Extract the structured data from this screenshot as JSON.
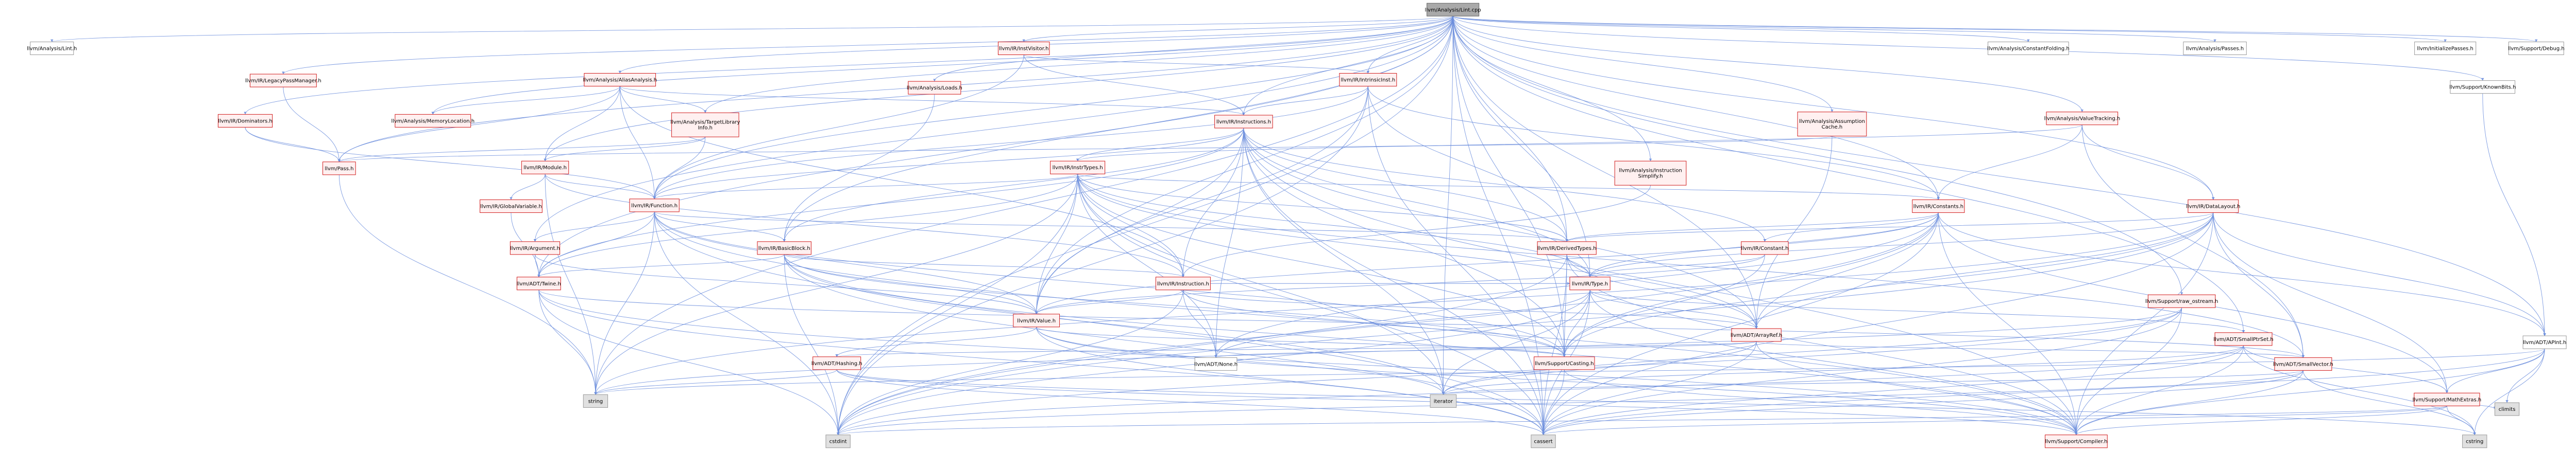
{
  "colors": {
    "edge": "#6d8fdd",
    "root_fill": "#a9a9a9",
    "root_stroke": "#666666",
    "red_fill": "#fff0f0",
    "red_stroke": "#d11d1d",
    "grey_fill": "#ffffff",
    "grey_stroke": "#999999",
    "std_fill": "#e0e0e0",
    "std_stroke": "#999999",
    "text": "#000000"
  },
  "graph": {
    "root": "llvm/Analysis/Lint.cpp",
    "nodes": [
      {
        "id": "root",
        "label": "llvm/Analysis/Lint.cpp",
        "kind": "root"
      },
      {
        "id": "lint_h",
        "label": "llvm/Analysis/Lint.h",
        "kind": "plain"
      },
      {
        "id": "legacy_pm",
        "label": "llvm/IR/LegacyPassManager.h",
        "kind": "red"
      },
      {
        "id": "alias_analysis",
        "label": "llvm/Analysis/AliasAnalysis.h",
        "kind": "red"
      },
      {
        "id": "inst_visitor",
        "label": "llvm/IR/InstVisitor.h",
        "kind": "red"
      },
      {
        "id": "intrinsic_inst",
        "label": "llvm/IR/IntrinsicInst.h",
        "kind": "red"
      },
      {
        "id": "constant_folding",
        "label": "llvm/Analysis/ConstantFolding.h",
        "kind": "plain"
      },
      {
        "id": "analysis_passes",
        "label": "llvm/Analysis/Passes.h",
        "kind": "plain"
      },
      {
        "id": "init_passes",
        "label": "llvm/InitializePasses.h",
        "kind": "plain"
      },
      {
        "id": "support_debug",
        "label": "llvm/Support/Debug.h",
        "kind": "plain"
      },
      {
        "id": "dominators",
        "label": "llvm/IR/Dominators.h",
        "kind": "red"
      },
      {
        "id": "memory_location",
        "label": "llvm/Analysis/MemoryLocation.h",
        "kind": "red"
      },
      {
        "id": "target_library_info",
        "label": "llvm/Analysis/TargetLibrary\nInfo.h",
        "kind": "red"
      },
      {
        "id": "analysis_loads",
        "label": "llvm/Analysis/Loads.h",
        "kind": "red"
      },
      {
        "id": "ir_instructions",
        "label": "llvm/IR/Instructions.h",
        "kind": "red"
      },
      {
        "id": "assumption_cache",
        "label": "llvm/Analysis/Assumption\nCache.h",
        "kind": "red"
      },
      {
        "id": "value_tracking",
        "label": "llvm/Analysis/ValueTracking.h",
        "kind": "red"
      },
      {
        "id": "known_bits",
        "label": "llvm/Support/KnownBits.h",
        "kind": "plain"
      },
      {
        "id": "pass_h",
        "label": "llvm/Pass.h",
        "kind": "red"
      },
      {
        "id": "ir_module",
        "label": "llvm/IR/Module.h",
        "kind": "red"
      },
      {
        "id": "inst_simplify",
        "label": "llvm/Analysis/Instruction\nSimplify.h",
        "kind": "red"
      },
      {
        "id": "ir_inst_types",
        "label": "llvm/IR/InstrTypes.h",
        "kind": "red"
      },
      {
        "id": "global_variable",
        "label": "llvm/IR/GlobalVariable.h",
        "kind": "red"
      },
      {
        "id": "ir_function",
        "label": "llvm/IR/Function.h",
        "kind": "red"
      },
      {
        "id": "ir_constants",
        "label": "llvm/IR/Constants.h",
        "kind": "red"
      },
      {
        "id": "data_layout",
        "label": "llvm/IR/DataLayout.h",
        "kind": "red"
      },
      {
        "id": "ir_argument",
        "label": "llvm/IR/Argument.h",
        "kind": "red"
      },
      {
        "id": "basic_block",
        "label": "llvm/IR/BasicBlock.h",
        "kind": "red"
      },
      {
        "id": "derived_types",
        "label": "llvm/IR/DerivedTypes.h",
        "kind": "red"
      },
      {
        "id": "ir_constant",
        "label": "llvm/IR/Constant.h",
        "kind": "red"
      },
      {
        "id": "adt_twine",
        "label": "llvm/ADT/Twine.h",
        "kind": "red"
      },
      {
        "id": "ir_instruction",
        "label": "llvm/IR/Instruction.h",
        "kind": "red"
      },
      {
        "id": "ir_type",
        "label": "llvm/IR/Type.h",
        "kind": "red"
      },
      {
        "id": "raw_ostream",
        "label": "llvm/Support/raw_ostream.h",
        "kind": "red"
      },
      {
        "id": "ir_value",
        "label": "llvm/IR/Value.h",
        "kind": "red"
      },
      {
        "id": "array_ref",
        "label": "llvm/ADT/ArrayRef.h",
        "kind": "red"
      },
      {
        "id": "small_ptr_set",
        "label": "llvm/ADT/SmallPtrSet.h",
        "kind": "red"
      },
      {
        "id": "adt_aps_int",
        "label": "llvm/ADT/APInt.h",
        "kind": "plain"
      },
      {
        "id": "adt_hashing",
        "label": "llvm/ADT/Hashing.h",
        "kind": "red"
      },
      {
        "id": "support_casting",
        "label": "llvm/Support/Casting.h",
        "kind": "red"
      },
      {
        "id": "small_vector",
        "label": "llvm/ADT/SmallVector.h",
        "kind": "red"
      },
      {
        "id": "adt_none",
        "label": "llvm/ADT/None.h",
        "kind": "plain"
      },
      {
        "id": "std_string",
        "label": "string",
        "kind": "std"
      },
      {
        "id": "std_iterator",
        "label": "iterator",
        "kind": "std"
      },
      {
        "id": "math_extras",
        "label": "llvm/Support/MathExtras.h",
        "kind": "red"
      },
      {
        "id": "std_cstdint",
        "label": "cstdint",
        "kind": "std"
      },
      {
        "id": "std_cassert",
        "label": "cassert",
        "kind": "std"
      },
      {
        "id": "support_compiler",
        "label": "llvm/Support/Compiler.h",
        "kind": "red"
      },
      {
        "id": "std_cstring",
        "label": "cstring",
        "kind": "std"
      },
      {
        "id": "std_climits",
        "label": "climits",
        "kind": "std"
      }
    ],
    "edges": [
      [
        "root",
        "lint_h"
      ],
      [
        "root",
        "legacy_pm"
      ],
      [
        "root",
        "alias_analysis"
      ],
      [
        "root",
        "inst_visitor"
      ],
      [
        "root",
        "intrinsic_inst"
      ],
      [
        "root",
        "constant_folding"
      ],
      [
        "root",
        "analysis_passes"
      ],
      [
        "root",
        "init_passes"
      ],
      [
        "root",
        "support_debug"
      ],
      [
        "root",
        "dominators"
      ],
      [
        "root",
        "analysis_loads"
      ],
      [
        "root",
        "assumption_cache"
      ],
      [
        "root",
        "value_tracking"
      ],
      [
        "root",
        "known_bits"
      ],
      [
        "root",
        "pass_h"
      ],
      [
        "root",
        "ir_module"
      ],
      [
        "root",
        "inst_simplify"
      ],
      [
        "root",
        "ir_function"
      ],
      [
        "root",
        "ir_constants"
      ],
      [
        "root",
        "data_layout"
      ],
      [
        "root",
        "ir_argument"
      ],
      [
        "root",
        "basic_block"
      ],
      [
        "root",
        "derived_types"
      ],
      [
        "root",
        "adt_twine"
      ],
      [
        "root",
        "ir_type"
      ],
      [
        "root",
        "raw_ostream"
      ],
      [
        "root",
        "ir_value"
      ],
      [
        "root",
        "array_ref"
      ],
      [
        "root",
        "small_ptr_set"
      ],
      [
        "root",
        "adt_aps_int"
      ],
      [
        "root",
        "support_casting"
      ],
      [
        "root",
        "std_string"
      ],
      [
        "root",
        "std_cstdint"
      ],
      [
        "root",
        "std_cassert"
      ],
      [
        "root",
        "std_iterator"
      ],
      [
        "root",
        "memory_location"
      ],
      [
        "root",
        "ir_instructions"
      ],
      [
        "root",
        "target_library_info"
      ],
      [
        "legacy_pm",
        "pass_h"
      ],
      [
        "alias_analysis",
        "memory_location"
      ],
      [
        "alias_analysis",
        "target_library_info"
      ],
      [
        "alias_analysis",
        "pass_h"
      ],
      [
        "alias_analysis",
        "ir_function"
      ],
      [
        "alias_analysis",
        "ir_instruction"
      ],
      [
        "alias_analysis",
        "ir_module"
      ],
      [
        "alias_analysis",
        "ir_instructions"
      ],
      [
        "inst_visitor",
        "ir_instructions"
      ],
      [
        "inst_visitor",
        "ir_function"
      ],
      [
        "inst_visitor",
        "intrinsic_inst"
      ],
      [
        "intrinsic_inst",
        "ir_instructions"
      ],
      [
        "intrinsic_inst",
        "derived_types"
      ],
      [
        "intrinsic_inst",
        "ir_function"
      ],
      [
        "intrinsic_inst",
        "ir_constants"
      ],
      [
        "intrinsic_inst",
        "ir_value"
      ],
      [
        "intrinsic_inst",
        "std_cstdint"
      ],
      [
        "intrinsic_inst",
        "std_cassert"
      ],
      [
        "dominators",
        "pass_h"
      ],
      [
        "dominators",
        "ir_function"
      ],
      [
        "target_library_info",
        "ir_function"
      ],
      [
        "target_library_info",
        "pass_h"
      ],
      [
        "target_library_info",
        "ir_module"
      ],
      [
        "analysis_loads",
        "basic_block"
      ],
      [
        "ir_instructions",
        "ir_inst_types"
      ],
      [
        "ir_instructions",
        "ir_function"
      ],
      [
        "ir_instructions",
        "ir_constant"
      ],
      [
        "ir_instructions",
        "derived_types"
      ],
      [
        "ir_instructions",
        "ir_instruction"
      ],
      [
        "ir_instructions",
        "ir_type"
      ],
      [
        "ir_instructions",
        "ir_value"
      ],
      [
        "ir_instructions",
        "array_ref"
      ],
      [
        "ir_instructions",
        "support_casting"
      ],
      [
        "ir_instructions",
        "adt_none"
      ],
      [
        "ir_instructions",
        "std_iterator"
      ],
      [
        "ir_instructions",
        "std_cassert"
      ],
      [
        "ir_instructions",
        "support_compiler"
      ],
      [
        "ir_instructions",
        "basic_block"
      ],
      [
        "ir_instructions",
        "adt_twine"
      ],
      [
        "assumption_cache",
        "pass_h"
      ],
      [
        "assumption_cache",
        "array_ref"
      ],
      [
        "value_tracking",
        "ir_constants"
      ],
      [
        "value_tracking",
        "data_layout"
      ],
      [
        "value_tracking",
        "ir_inst_types"
      ],
      [
        "value_tracking",
        "small_vector"
      ],
      [
        "known_bits",
        "adt_aps_int"
      ],
      [
        "pass_h",
        "std_string"
      ],
      [
        "ir_module",
        "ir_function"
      ],
      [
        "ir_module",
        "global_variable"
      ],
      [
        "ir_module",
        "ir_instruction"
      ],
      [
        "ir_module",
        "std_string"
      ],
      [
        "inst_simplify",
        "ir_instruction"
      ],
      [
        "ir_inst_types",
        "ir_constants"
      ],
      [
        "ir_inst_types",
        "derived_types"
      ],
      [
        "ir_inst_types",
        "ir_function"
      ],
      [
        "ir_inst_types",
        "ir_instruction"
      ],
      [
        "ir_inst_types",
        "ir_type"
      ],
      [
        "ir_inst_types",
        "ir_value"
      ],
      [
        "ir_inst_types",
        "adt_twine"
      ],
      [
        "ir_inst_types",
        "array_ref"
      ],
      [
        "ir_inst_types",
        "support_casting"
      ],
      [
        "ir_inst_types",
        "adt_none"
      ],
      [
        "ir_inst_types",
        "std_string"
      ],
      [
        "ir_inst_types",
        "std_iterator"
      ],
      [
        "ir_inst_types",
        "std_cstdint"
      ],
      [
        "ir_inst_types",
        "std_cassert"
      ],
      [
        "ir_inst_types",
        "small_vector"
      ],
      [
        "global_variable",
        "adt_twine"
      ],
      [
        "ir_function",
        "ir_argument"
      ],
      [
        "ir_function",
        "basic_block"
      ],
      [
        "ir_function",
        "derived_types"
      ],
      [
        "ir_function",
        "adt_twine"
      ],
      [
        "ir_function",
        "ir_value"
      ],
      [
        "ir_function",
        "support_casting"
      ],
      [
        "ir_function",
        "support_compiler"
      ],
      [
        "ir_function",
        "std_string"
      ],
      [
        "ir_function",
        "std_cassert"
      ],
      [
        "ir_function",
        "std_cstdint"
      ],
      [
        "ir_constants",
        "ir_constant"
      ],
      [
        "ir_constants",
        "derived_types"
      ],
      [
        "ir_constants",
        "ir_type"
      ],
      [
        "ir_constants",
        "ir_value"
      ],
      [
        "ir_constants",
        "array_ref"
      ],
      [
        "ir_constants",
        "adt_aps_int"
      ],
      [
        "ir_constants",
        "support_casting"
      ],
      [
        "ir_constants",
        "support_compiler"
      ],
      [
        "ir_constants",
        "math_extras"
      ],
      [
        "ir_constants",
        "std_cassert"
      ],
      [
        "ir_constants",
        "std_cstdint"
      ],
      [
        "ir_constants",
        "adt_none"
      ],
      [
        "data_layout",
        "derived_types"
      ],
      [
        "data_layout",
        "ir_type"
      ],
      [
        "data_layout",
        "array_ref"
      ],
      [
        "data_layout",
        "small_vector"
      ],
      [
        "data_layout",
        "math_extras"
      ],
      [
        "data_layout",
        "support_casting"
      ],
      [
        "data_layout",
        "std_string"
      ],
      [
        "data_layout",
        "std_cstdint"
      ],
      [
        "data_layout",
        "std_cassert"
      ],
      [
        "data_layout",
        "adt_aps_int"
      ],
      [
        "data_layout",
        "support_compiler"
      ],
      [
        "ir_argument",
        "adt_twine"
      ],
      [
        "ir_argument",
        "ir_value"
      ],
      [
        "basic_block",
        "adt_twine"
      ],
      [
        "basic_block",
        "ir_instruction"
      ],
      [
        "basic_block",
        "ir_value"
      ],
      [
        "basic_block",
        "support_casting"
      ],
      [
        "basic_block",
        "support_compiler"
      ],
      [
        "basic_block",
        "std_iterator"
      ],
      [
        "basic_block",
        "std_cassert"
      ],
      [
        "basic_block",
        "std_cstdint"
      ],
      [
        "derived_types",
        "ir_type"
      ],
      [
        "derived_types",
        "array_ref"
      ],
      [
        "derived_types",
        "support_casting"
      ],
      [
        "derived_types",
        "support_compiler"
      ],
      [
        "derived_types",
        "std_cassert"
      ],
      [
        "derived_types",
        "std_cstdint"
      ],
      [
        "ir_constant",
        "ir_value"
      ],
      [
        "ir_constant",
        "support_casting"
      ],
      [
        "ir_constant",
        "ir_type"
      ],
      [
        "adt_twine",
        "small_vector"
      ],
      [
        "adt_twine",
        "support_compiler"
      ],
      [
        "adt_twine",
        "std_string"
      ],
      [
        "adt_twine",
        "std_cassert"
      ],
      [
        "adt_twine",
        "std_cstdint"
      ],
      [
        "ir_instruction",
        "ir_value"
      ],
      [
        "ir_instruction",
        "adt_none"
      ],
      [
        "ir_instruction",
        "support_casting"
      ],
      [
        "ir_instruction",
        "std_cstdint"
      ],
      [
        "ir_instruction",
        "ir_type"
      ],
      [
        "ir_instruction",
        "array_ref"
      ],
      [
        "ir_type",
        "array_ref"
      ],
      [
        "ir_type",
        "support_casting"
      ],
      [
        "ir_type",
        "support_compiler"
      ],
      [
        "ir_type",
        "std_cassert"
      ],
      [
        "ir_type",
        "std_cstdint"
      ],
      [
        "ir_type",
        "std_iterator"
      ],
      [
        "ir_type",
        "adt_none"
      ],
      [
        "ir_type",
        "small_ptr_set"
      ],
      [
        "raw_ostream",
        "support_compiler"
      ],
      [
        "raw_ostream",
        "std_string"
      ],
      [
        "raw_ostream",
        "std_cassert"
      ],
      [
        "raw_ostream",
        "std_cstdint"
      ],
      [
        "raw_ostream",
        "std_iterator"
      ],
      [
        "ir_value",
        "adt_hashing"
      ],
      [
        "ir_value",
        "support_casting"
      ],
      [
        "ir_value",
        "support_compiler"
      ],
      [
        "ir_value",
        "std_cassert"
      ],
      [
        "ir_value",
        "std_iterator"
      ],
      [
        "array_ref",
        "adt_hashing"
      ],
      [
        "array_ref",
        "adt_none"
      ],
      [
        "array_ref",
        "small_vector"
      ],
      [
        "array_ref",
        "support_compiler"
      ],
      [
        "array_ref",
        "std_cassert"
      ],
      [
        "array_ref",
        "std_iterator"
      ],
      [
        "small_ptr_set",
        "support_compiler"
      ],
      [
        "small_ptr_set",
        "std_cstdint"
      ],
      [
        "small_ptr_set",
        "std_cassert"
      ],
      [
        "small_ptr_set",
        "std_iterator"
      ],
      [
        "small_ptr_set",
        "std_cstring"
      ],
      [
        "small_ptr_set",
        "math_extras"
      ],
      [
        "adt_aps_int",
        "support_compiler"
      ],
      [
        "adt_aps_int",
        "math_extras"
      ],
      [
        "adt_aps_int",
        "std_cassert"
      ],
      [
        "adt_aps_int",
        "std_climits"
      ],
      [
        "adt_aps_int",
        "std_cstring"
      ],
      [
        "adt_aps_int",
        "std_string"
      ],
      [
        "adt_hashing",
        "std_cassert"
      ],
      [
        "adt_hashing",
        "std_cstring"
      ],
      [
        "adt_hashing",
        "std_string"
      ],
      [
        "adt_hashing",
        "support_compiler"
      ],
      [
        "support_casting",
        "std_cassert"
      ],
      [
        "support_casting",
        "support_compiler"
      ],
      [
        "small_vector",
        "support_compiler"
      ],
      [
        "small_vector",
        "std_cstdint"
      ],
      [
        "small_vector",
        "std_cassert"
      ],
      [
        "small_vector",
        "std_iterator"
      ],
      [
        "small_vector",
        "std_cstring"
      ],
      [
        "math_extras",
        "support_compiler"
      ],
      [
        "math_extras",
        "std_cassert"
      ],
      [
        "math_extras",
        "std_climits"
      ],
      [
        "math_extras",
        "std_cstring"
      ],
      [
        "math_extras",
        "std_cstdint"
      ]
    ]
  }
}
